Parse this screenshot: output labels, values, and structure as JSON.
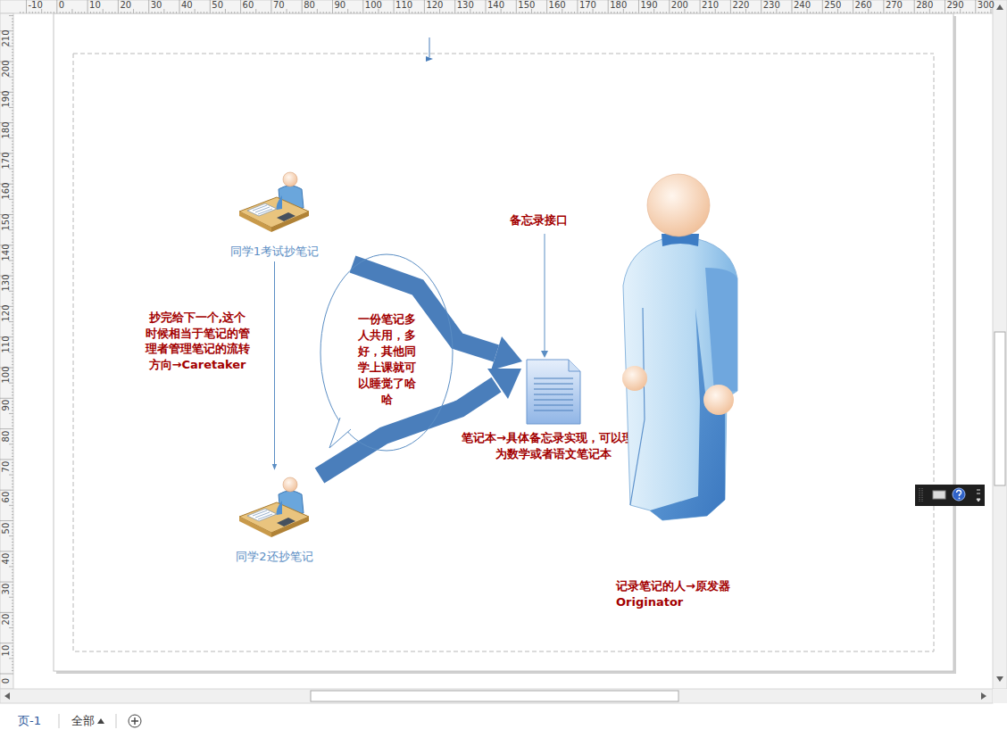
{
  "diagram": {
    "nodes": [
      {
        "text": [
          "同学1考试抄笔记"
        ]
      },
      {
        "text": [
          "同学2还抄笔记"
        ]
      },
      {
        "text": [
          "一份笔记多人共用，多好，其他同学上课就可以睡觉了哈哈"
        ]
      },
      {
        "text": [
          "笔记本→具体备忘录实现，可以理解为数学或者语文笔记本"
        ]
      },
      {
        "text": [
          "记录笔记的人→原发器 Originator"
        ]
      }
    ],
    "edges": [
      {
        "from": 0,
        "to": 1,
        "arrow": "to"
      }
    ],
    "labels": [
      "-10",
      "0",
      "10",
      "20",
      "30",
      "40",
      "50",
      "60",
      "70",
      "80",
      "90",
      "100",
      "110",
      "120",
      "130",
      "140",
      "150",
      "160",
      "170",
      "180",
      "190",
      "200",
      "210",
      "220",
      "230",
      "240",
      "250",
      "260",
      "270",
      "280",
      "290",
      "300",
      "210",
      "200",
      "190",
      "180",
      "170",
      "160",
      "150",
      "140",
      "130",
      "120",
      "110",
      "100",
      "90",
      "80",
      "70",
      "60",
      "50",
      "40",
      "30",
      "20",
      "10",
      "0",
      "备忘录接口",
      "抄完给下一个,这个时候相当于笔记的管理者管理笔记的流转方向→Caretaker",
      "页-1",
      "全部"
    ]
  }
}
